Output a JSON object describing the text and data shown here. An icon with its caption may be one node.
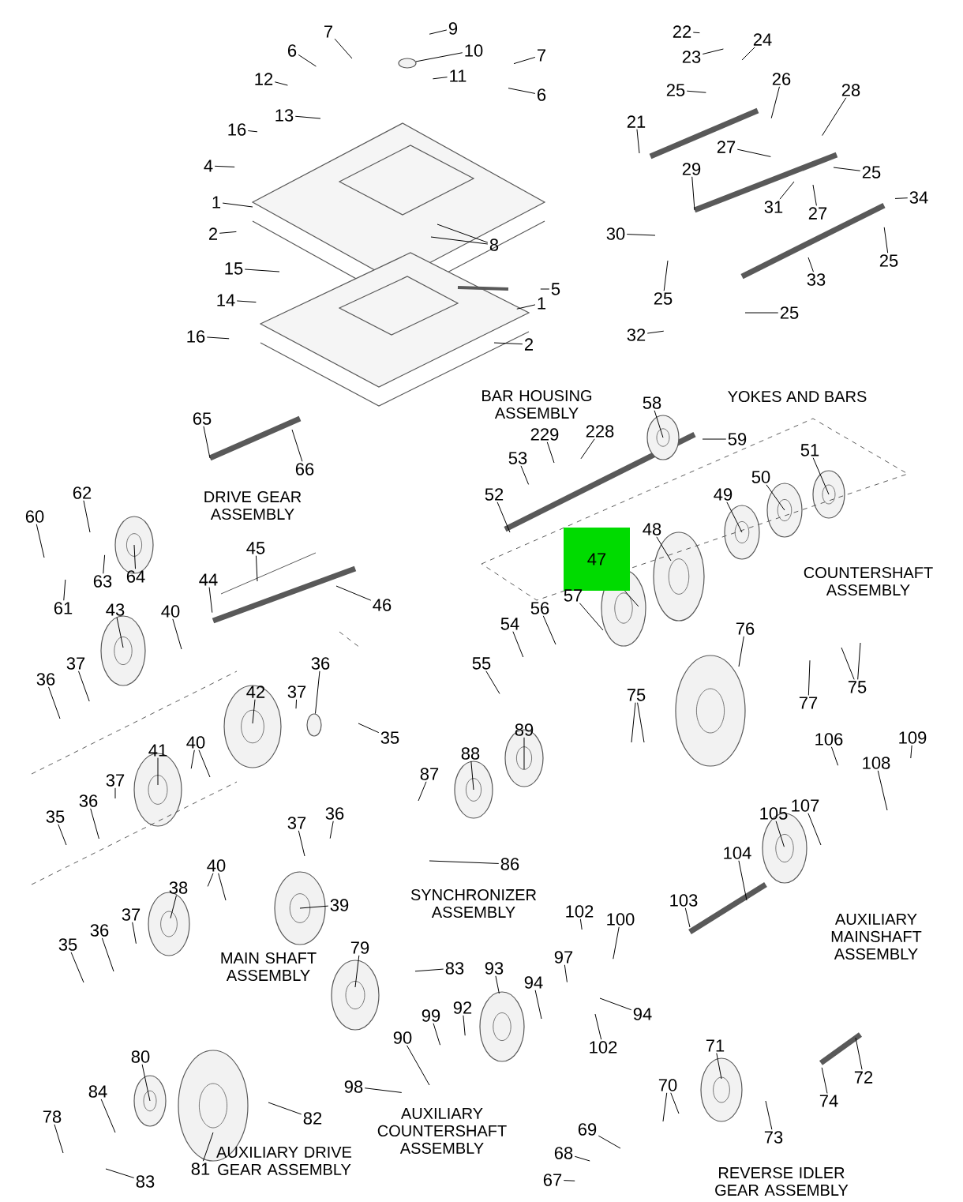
{
  "diagram": {
    "nodes": [
      {
        "text": [
          "7"
        ]
      },
      {
        "text": [
          "9"
        ]
      },
      {
        "text": [
          "6"
        ]
      },
      {
        "text": [
          "10"
        ]
      },
      {
        "text": [
          "7"
        ]
      },
      {
        "text": [
          "11"
        ]
      },
      {
        "text": [
          "12"
        ]
      },
      {
        "text": [
          "6"
        ]
      },
      {
        "text": [
          "13"
        ]
      },
      {
        "text": [
          "16"
        ]
      },
      {
        "text": [
          "4"
        ]
      },
      {
        "text": [
          "1"
        ]
      },
      {
        "text": [
          "2"
        ]
      },
      {
        "text": [
          "8"
        ]
      },
      {
        "text": [
          "15"
        ]
      },
      {
        "text": [
          "5"
        ]
      },
      {
        "text": [
          "14"
        ]
      },
      {
        "text": [
          "1"
        ]
      },
      {
        "text": [
          "16"
        ]
      },
      {
        "text": [
          "2"
        ]
      },
      {
        "text": [
          "22"
        ]
      },
      {
        "text": [
          "24"
        ]
      },
      {
        "text": [
          "23"
        ]
      },
      {
        "text": [
          "26"
        ]
      },
      {
        "text": [
          "25"
        ]
      },
      {
        "text": [
          "28"
        ]
      },
      {
        "text": [
          "21"
        ]
      },
      {
        "text": [
          "27"
        ]
      },
      {
        "text": [
          "29"
        ]
      },
      {
        "text": [
          "25"
        ]
      },
      {
        "text": [
          "34"
        ]
      },
      {
        "text": [
          "31"
        ]
      },
      {
        "text": [
          "27"
        ]
      },
      {
        "text": [
          "30"
        ]
      },
      {
        "text": [
          "25"
        ]
      },
      {
        "text": [
          "33"
        ]
      },
      {
        "text": [
          "25"
        ]
      },
      {
        "text": [
          "25"
        ]
      },
      {
        "text": [
          "32"
        ]
      },
      {
        "text": [
          "65"
        ]
      },
      {
        "text": [
          "58"
        ]
      },
      {
        "text": [
          "229"
        ]
      },
      {
        "text": [
          "228"
        ]
      },
      {
        "text": [
          "59"
        ]
      },
      {
        "text": [
          "51"
        ]
      },
      {
        "text": [
          "53"
        ]
      },
      {
        "text": [
          "66"
        ]
      },
      {
        "text": [
          "50"
        ]
      },
      {
        "text": [
          "62"
        ]
      },
      {
        "text": [
          "52"
        ]
      },
      {
        "text": [
          "49"
        ]
      },
      {
        "text": [
          "60"
        ]
      },
      {
        "text": [
          "48"
        ]
      },
      {
        "text": [
          "45"
        ]
      },
      {
        "text": [
          "47"
        ]
      },
      {
        "text": [
          "64"
        ]
      },
      {
        "text": [
          "44"
        ]
      },
      {
        "text": [
          "63"
        ]
      },
      {
        "text": [
          "57"
        ]
      },
      {
        "text": [
          "46"
        ]
      },
      {
        "text": [
          "61"
        ]
      },
      {
        "text": [
          "43"
        ]
      },
      {
        "text": [
          "40"
        ]
      },
      {
        "text": [
          "56"
        ]
      },
      {
        "text": [
          "54"
        ]
      },
      {
        "text": [
          "76"
        ]
      },
      {
        "text": [
          "37"
        ]
      },
      {
        "text": [
          "36"
        ]
      },
      {
        "text": [
          "55"
        ]
      },
      {
        "text": [
          "36"
        ]
      },
      {
        "text": [
          "42"
        ]
      },
      {
        "text": [
          "37"
        ]
      },
      {
        "text": [
          "75"
        ]
      },
      {
        "text": [
          "75"
        ]
      },
      {
        "text": [
          "77"
        ]
      },
      {
        "text": [
          "89"
        ]
      },
      {
        "text": [
          "35"
        ]
      },
      {
        "text": [
          "106"
        ]
      },
      {
        "text": [
          "109"
        ]
      },
      {
        "text": [
          "40"
        ]
      },
      {
        "text": [
          "41"
        ]
      },
      {
        "text": [
          "88"
        ]
      },
      {
        "text": [
          "108"
        ]
      },
      {
        "text": [
          "87"
        ]
      },
      {
        "text": [
          "37"
        ]
      },
      {
        "text": [
          "36"
        ]
      },
      {
        "text": [
          "107"
        ]
      },
      {
        "text": [
          "105"
        ]
      },
      {
        "text": [
          "35"
        ]
      },
      {
        "text": [
          "37"
        ]
      },
      {
        "text": [
          "36"
        ]
      },
      {
        "text": [
          "104"
        ]
      },
      {
        "text": [
          "86"
        ]
      },
      {
        "text": [
          "40"
        ]
      },
      {
        "text": [
          "38"
        ]
      },
      {
        "text": [
          "103"
        ]
      },
      {
        "text": [
          "39"
        ]
      },
      {
        "text": [
          "102"
        ]
      },
      {
        "text": [
          "100"
        ]
      },
      {
        "text": [
          "37"
        ]
      },
      {
        "text": [
          "36"
        ]
      },
      {
        "text": [
          "35"
        ]
      },
      {
        "text": [
          "79"
        ]
      },
      {
        "text": [
          "97"
        ]
      },
      {
        "text": [
          "83"
        ]
      },
      {
        "text": [
          "93"
        ]
      },
      {
        "text": [
          "94"
        ]
      },
      {
        "text": [
          "92"
        ]
      },
      {
        "text": [
          "99"
        ]
      },
      {
        "text": [
          "94"
        ]
      },
      {
        "text": [
          "90"
        ]
      },
      {
        "text": [
          "71"
        ]
      },
      {
        "text": [
          "102"
        ]
      },
      {
        "text": [
          "80"
        ]
      },
      {
        "text": [
          "72"
        ]
      },
      {
        "text": [
          "70"
        ]
      },
      {
        "text": [
          "98"
        ]
      },
      {
        "text": [
          "84"
        ]
      },
      {
        "text": [
          "74"
        ]
      },
      {
        "text": [
          "78"
        ]
      },
      {
        "text": [
          "82"
        ]
      },
      {
        "text": [
          "69"
        ]
      },
      {
        "text": [
          "73"
        ]
      },
      {
        "text": [
          "68"
        ]
      },
      {
        "text": [
          "81"
        ]
      },
      {
        "text": [
          "67"
        ]
      },
      {
        "text": [
          "83"
        ]
      },
      {
        "text": [],
        "shape": "circle"
      },
      {
        "text": [],
        "shape": "circle"
      }
    ],
    "edges": [
      {
        "from": 0,
        "to": null,
        "arrow": "none"
      },
      {
        "from": 1,
        "to": null,
        "arrow": "none"
      },
      {
        "from": 2,
        "to": null,
        "arrow": "none"
      },
      {
        "from": 3,
        "to": 127,
        "arrow": "none"
      },
      {
        "from": 4,
        "to": null,
        "arrow": "none"
      },
      {
        "from": 5,
        "to": null,
        "arrow": "none"
      },
      {
        "from": 6,
        "to": null,
        "arrow": "none"
      },
      {
        "from": 7,
        "to": null,
        "arrow": "none"
      },
      {
        "from": 8,
        "to": null,
        "arrow": "none"
      },
      {
        "from": 9,
        "to": null,
        "arrow": "none"
      },
      {
        "from": 10,
        "to": null,
        "arrow": "none"
      },
      {
        "from": 11,
        "to": null,
        "arrow": "none"
      },
      {
        "from": 12,
        "to": null,
        "arrow": "none"
      },
      {
        "from": 13,
        "to": null,
        "arrow": "none"
      },
      {
        "from": 13,
        "to": null,
        "arrow": "none"
      },
      {
        "from": 14,
        "to": null,
        "arrow": "none"
      },
      {
        "from": 15,
        "to": null,
        "arrow": "none"
      },
      {
        "from": 16,
        "to": null,
        "arrow": "none"
      },
      {
        "from": 17,
        "to": null,
        "arrow": "none"
      },
      {
        "from": 18,
        "to": null,
        "arrow": "none"
      },
      {
        "from": 19,
        "to": null,
        "arrow": "none"
      },
      {
        "from": 20,
        "to": null,
        "arrow": "none"
      },
      {
        "from": 21,
        "to": null,
        "arrow": "none"
      },
      {
        "from": 22,
        "to": null,
        "arrow": "none"
      },
      {
        "from": 23,
        "to": null,
        "arrow": "none"
      },
      {
        "from": 24,
        "to": null,
        "arrow": "none"
      },
      {
        "from": 25,
        "to": null,
        "arrow": "none"
      },
      {
        "from": 26,
        "to": null,
        "arrow": "none"
      },
      {
        "from": 27,
        "to": null,
        "arrow": "none"
      },
      {
        "from": 28,
        "to": null,
        "arrow": "none"
      },
      {
        "from": 29,
        "to": null,
        "arrow": "none"
      },
      {
        "from": 30,
        "to": null,
        "arrow": "none"
      },
      {
        "from": 31,
        "to": null,
        "arrow": "none"
      },
      {
        "from": 32,
        "to": null,
        "arrow": "none"
      },
      {
        "from": 33,
        "to": null,
        "arrow": "none"
      },
      {
        "from": 34,
        "to": null,
        "arrow": "none"
      },
      {
        "from": 35,
        "to": null,
        "arrow": "none"
      },
      {
        "from": 36,
        "to": null,
        "arrow": "none"
      },
      {
        "from": 37,
        "to": null,
        "arrow": "none"
      },
      {
        "from": 38,
        "to": null,
        "arrow": "none"
      },
      {
        "from": 39,
        "to": null,
        "arrow": "none"
      },
      {
        "from": 40,
        "to": null,
        "arrow": "none"
      },
      {
        "from": 41,
        "to": null,
        "arrow": "none"
      },
      {
        "from": 42,
        "to": null,
        "arrow": "none"
      },
      {
        "from": 43,
        "to": null,
        "arrow": "none"
      },
      {
        "from": 44,
        "to": null,
        "arrow": "none"
      },
      {
        "from": 45,
        "to": null,
        "arrow": "none"
      },
      {
        "from": 46,
        "to": null,
        "arrow": "none"
      },
      {
        "from": 47,
        "to": null,
        "arrow": "none"
      },
      {
        "from": 48,
        "to": null,
        "arrow": "none"
      },
      {
        "from": 49,
        "to": null,
        "arrow": "none"
      },
      {
        "from": 50,
        "to": null,
        "arrow": "none"
      },
      {
        "from": 51,
        "to": null,
        "arrow": "none"
      },
      {
        "from": 52,
        "to": null,
        "arrow": "none"
      },
      {
        "from": 53,
        "to": null,
        "arrow": "none"
      },
      {
        "from": 54,
        "to": null,
        "arrow": "none"
      },
      {
        "from": 55,
        "to": null,
        "arrow": "none"
      },
      {
        "from": 56,
        "to": null,
        "arrow": "none"
      },
      {
        "from": 57,
        "to": null,
        "arrow": "none"
      },
      {
        "from": 58,
        "to": null,
        "arrow": "none"
      },
      {
        "from": 59,
        "to": null,
        "arrow": "none"
      },
      {
        "from": 60,
        "to": null,
        "arrow": "none"
      },
      {
        "from": 61,
        "to": null,
        "arrow": "none"
      },
      {
        "from": 62,
        "to": null,
        "arrow": "none"
      },
      {
        "from": 63,
        "to": null,
        "arrow": "none"
      },
      {
        "from": 64,
        "to": null,
        "arrow": "none"
      },
      {
        "from": 65,
        "to": null,
        "arrow": "none"
      },
      {
        "from": 66,
        "to": null,
        "arrow": "none"
      },
      {
        "from": 67,
        "to": 128,
        "arrow": "none"
      },
      {
        "from": 68,
        "to": null,
        "arrow": "none"
      },
      {
        "from": 69,
        "to": null,
        "arrow": "none"
      },
      {
        "from": 70,
        "to": null,
        "arrow": "none"
      },
      {
        "from": 71,
        "to": null,
        "arrow": "none"
      },
      {
        "from": 72,
        "to": null,
        "arrow": "none"
      },
      {
        "from": 72,
        "to": null,
        "arrow": "none"
      },
      {
        "from": 73,
        "to": null,
        "arrow": "none"
      },
      {
        "from": 73,
        "to": null,
        "arrow": "none"
      },
      {
        "from": 74,
        "to": null,
        "arrow": "none"
      },
      {
        "from": 75,
        "to": null,
        "arrow": "none"
      },
      {
        "from": 76,
        "to": null,
        "arrow": "none"
      },
      {
        "from": 77,
        "to": null,
        "arrow": "none"
      },
      {
        "from": 78,
        "to": null,
        "arrow": "none"
      },
      {
        "from": 79,
        "to": null,
        "arrow": "none"
      },
      {
        "from": 79,
        "to": null,
        "arrow": "none"
      },
      {
        "from": 80,
        "to": null,
        "arrow": "none"
      },
      {
        "from": 81,
        "to": null,
        "arrow": "none"
      },
      {
        "from": 82,
        "to": null,
        "arrow": "none"
      },
      {
        "from": 83,
        "to": null,
        "arrow": "none"
      },
      {
        "from": 84,
        "to": null,
        "arrow": "none"
      },
      {
        "from": 85,
        "to": null,
        "arrow": "none"
      },
      {
        "from": 86,
        "to": null,
        "arrow": "none"
      },
      {
        "from": 87,
        "to": null,
        "arrow": "none"
      },
      {
        "from": 88,
        "to": null,
        "arrow": "none"
      },
      {
        "from": 89,
        "to": null,
        "arrow": "none"
      },
      {
        "from": 90,
        "to": null,
        "arrow": "none"
      },
      {
        "from": 91,
        "to": null,
        "arrow": "none"
      },
      {
        "from": 92,
        "to": null,
        "arrow": "none"
      },
      {
        "from": 93,
        "to": null,
        "arrow": "none"
      },
      {
        "from": 93,
        "to": null,
        "arrow": "none"
      },
      {
        "from": 94,
        "to": null,
        "arrow": "none"
      },
      {
        "from": 95,
        "to": null,
        "arrow": "none"
      },
      {
        "from": 96,
        "to": null,
        "arrow": "none"
      },
      {
        "from": 97,
        "to": null,
        "arrow": "none"
      },
      {
        "from": 98,
        "to": null,
        "arrow": "none"
      },
      {
        "from": 99,
        "to": null,
        "arrow": "none"
      },
      {
        "from": 100,
        "to": null,
        "arrow": "none"
      },
      {
        "from": 101,
        "to": null,
        "arrow": "none"
      },
      {
        "from": 102,
        "to": null,
        "arrow": "none"
      },
      {
        "from": 103,
        "to": null,
        "arrow": "none"
      },
      {
        "from": 104,
        "to": null,
        "arrow": "none"
      },
      {
        "from": 105,
        "to": null,
        "arrow": "none"
      },
      {
        "from": 106,
        "to": null,
        "arrow": "none"
      },
      {
        "from": 107,
        "to": null,
        "arrow": "none"
      },
      {
        "from": 108,
        "to": null,
        "arrow": "none"
      },
      {
        "from": 109,
        "to": null,
        "arrow": "none"
      },
      {
        "from": 110,
        "to": null,
        "arrow": "none"
      },
      {
        "from": 111,
        "to": null,
        "arrow": "none"
      },
      {
        "from": 112,
        "to": null,
        "arrow": "none"
      },
      {
        "from": 113,
        "to": null,
        "arrow": "none"
      },
      {
        "from": 114,
        "to": null,
        "arrow": "none"
      },
      {
        "from": 115,
        "to": null,
        "arrow": "none"
      },
      {
        "from": 115,
        "to": null,
        "arrow": "none"
      },
      {
        "from": 116,
        "to": null,
        "arrow": "none"
      },
      {
        "from": 117,
        "to": null,
        "arrow": "none"
      },
      {
        "from": 118,
        "to": null,
        "arrow": "none"
      },
      {
        "from": 119,
        "to": null,
        "arrow": "none"
      },
      {
        "from": 120,
        "to": null,
        "arrow": "none"
      },
      {
        "from": 121,
        "to": null,
        "arrow": "none"
      },
      {
        "from": 122,
        "to": null,
        "arrow": "none"
      },
      {
        "from": 123,
        "to": null,
        "arrow": "none"
      },
      {
        "from": 124,
        "to": null,
        "arrow": "none"
      },
      {
        "from": 125,
        "to": null,
        "arrow": "none"
      },
      {
        "from": 126,
        "to": null,
        "arrow": "none"
      }
    ],
    "labels": [
      "BAR HOUSING ASSEMBLY",
      "YOKES AND BARS",
      "DRIVE GEAR ASSEMBLY",
      "COUNTERSHAFT ASSEMBLY",
      "SYNCHRONIZER ASSEMBLY",
      "MAIN SHAFT ASSEMBLY",
      "AUXILIARY MAINSHAFT ASSEMBLY",
      "AUXILIARY COUNTERSHAFT ASSEMBLY",
      "AUXILIARY DRIVE GEAR ASSEMBLY",
      "REVERSE IDLER GEAR ASSEMBLY"
    ]
  }
}
